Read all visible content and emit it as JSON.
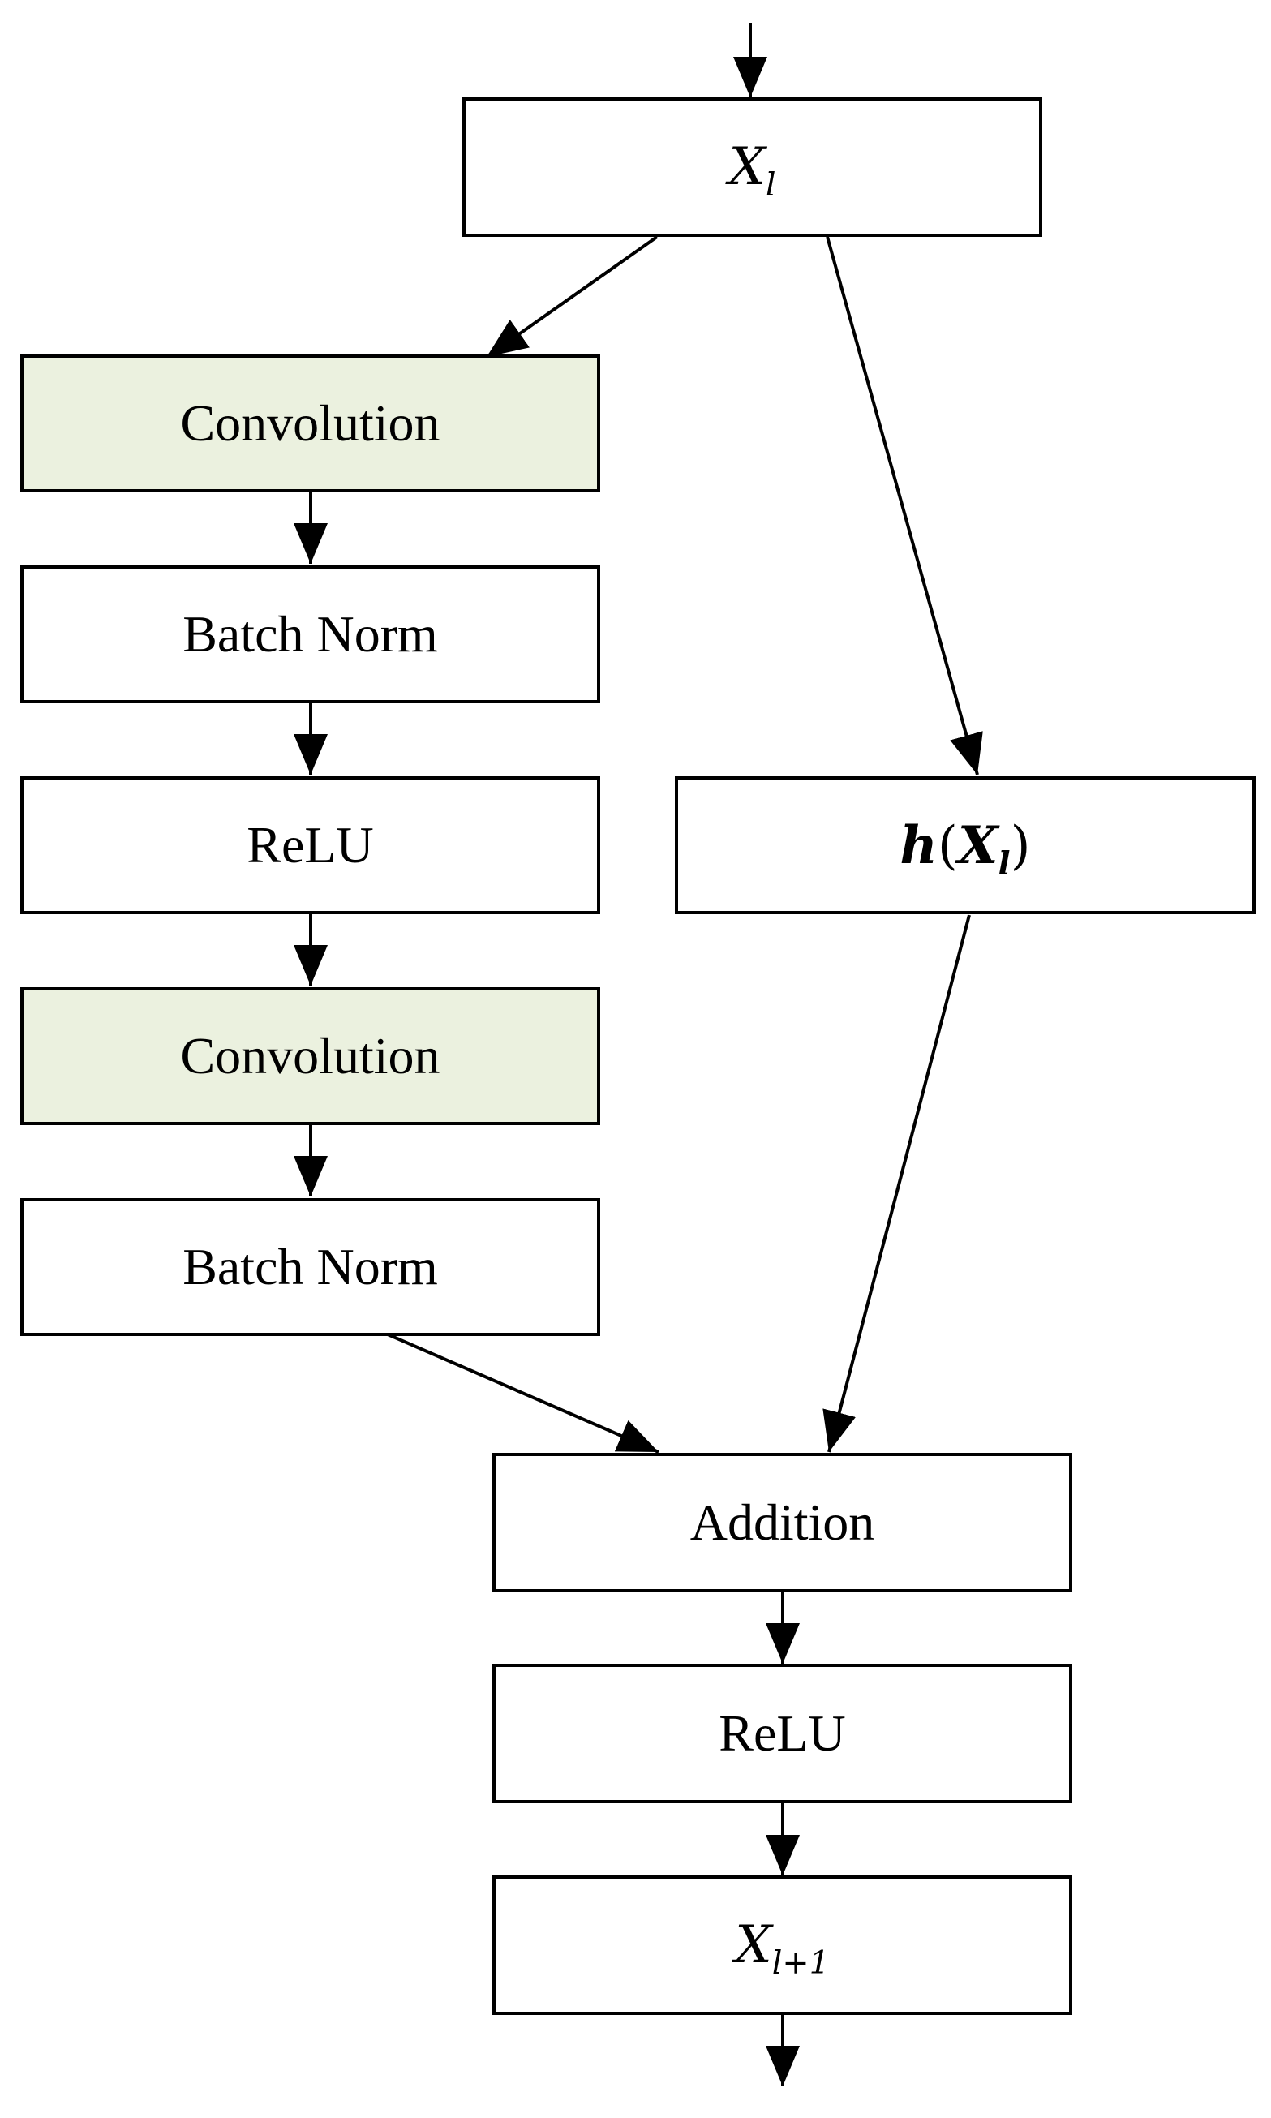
{
  "diagram": {
    "input": {
      "base": "X",
      "sub": "l"
    },
    "left_branch": [
      {
        "label": "Convolution",
        "highlight": true
      },
      {
        "label": "Batch Norm",
        "highlight": false
      },
      {
        "label": "ReLU",
        "highlight": false
      },
      {
        "label": "Convolution",
        "highlight": true
      },
      {
        "label": "Batch Norm",
        "highlight": false
      }
    ],
    "shortcut": {
      "func": "h",
      "open": "(",
      "base": "X",
      "sub": "l",
      "close": ")"
    },
    "merge": [
      {
        "label": "Addition"
      },
      {
        "label": "ReLU"
      }
    ],
    "output": {
      "base": "X",
      "sub": "l+1"
    },
    "colors": {
      "highlight_fill": "#ebf1df",
      "box_fill": "#ffffff",
      "stroke": "#000000"
    }
  }
}
